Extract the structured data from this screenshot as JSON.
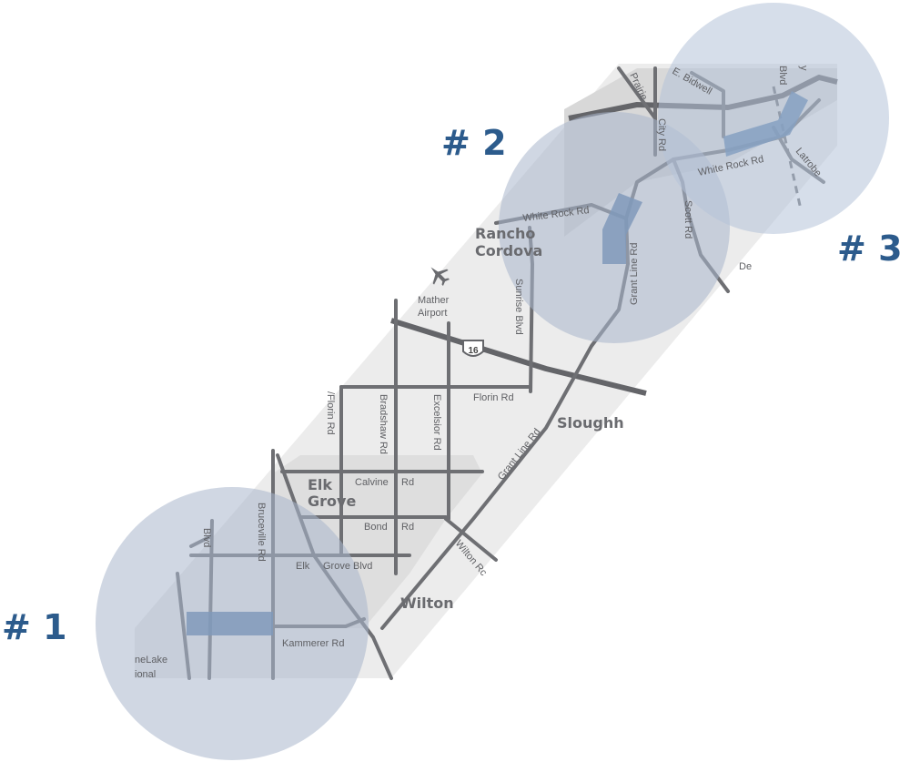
{
  "colors": {
    "circle": "#a9b6cc",
    "segment": "#4f77a6",
    "marker": "#2c5b8c",
    "band": "#ececec",
    "road": "#6e6f73"
  },
  "markers": [
    {
      "label": "# 1"
    },
    {
      "label": "# 2"
    },
    {
      "label": "# 3"
    }
  ],
  "places": {
    "rancho_line1": "Rancho",
    "rancho_line2": "Cordova",
    "elk_line1": "Elk",
    "elk_line2": "Grove",
    "wilton": "Wilton",
    "slough": "Sloughh",
    "airport_line1": "Mather",
    "airport_line2": "Airport",
    "stonelake_line1": "neLake",
    "stonelake_line2": "ional",
    "de": "De"
  },
  "roads": {
    "white_rock_1": "White Rock Rd",
    "white_rock_2": "White Rock Rd",
    "grant_line_1": "Grant Line Rd",
    "grant_line_2": "Grant Line Rd",
    "sunrise": "Sunrise Blvd",
    "scott": "Scott Rd",
    "city": "City Rd",
    "prairie": "Prairie",
    "bidwell": "E. Bidwell",
    "latrobe": "Latrobe",
    "blvd_top": "Blvd",
    "y_top": "y",
    "florin": "Florin Rd",
    "florin_v": "/Florin Rd",
    "bradshaw": "Bradshaw Rd",
    "excelsior": "Excelsior Rd",
    "calvine_a": "Calvine",
    "calvine_b": "Rd",
    "bond_a": "Bond",
    "bond_b": "Rd",
    "elk_grove_a": "Elk",
    "elk_grove_b": "Grove Blvd",
    "bruceville": "Bruceville Rd",
    "blvd_left": "Blvd",
    "kammerer": "Kammerer Rd",
    "wilton_rd": "Wilton Rc",
    "hwy16": "16"
  },
  "icons": [
    "airplane-icon",
    "highway-shield-icon"
  ]
}
